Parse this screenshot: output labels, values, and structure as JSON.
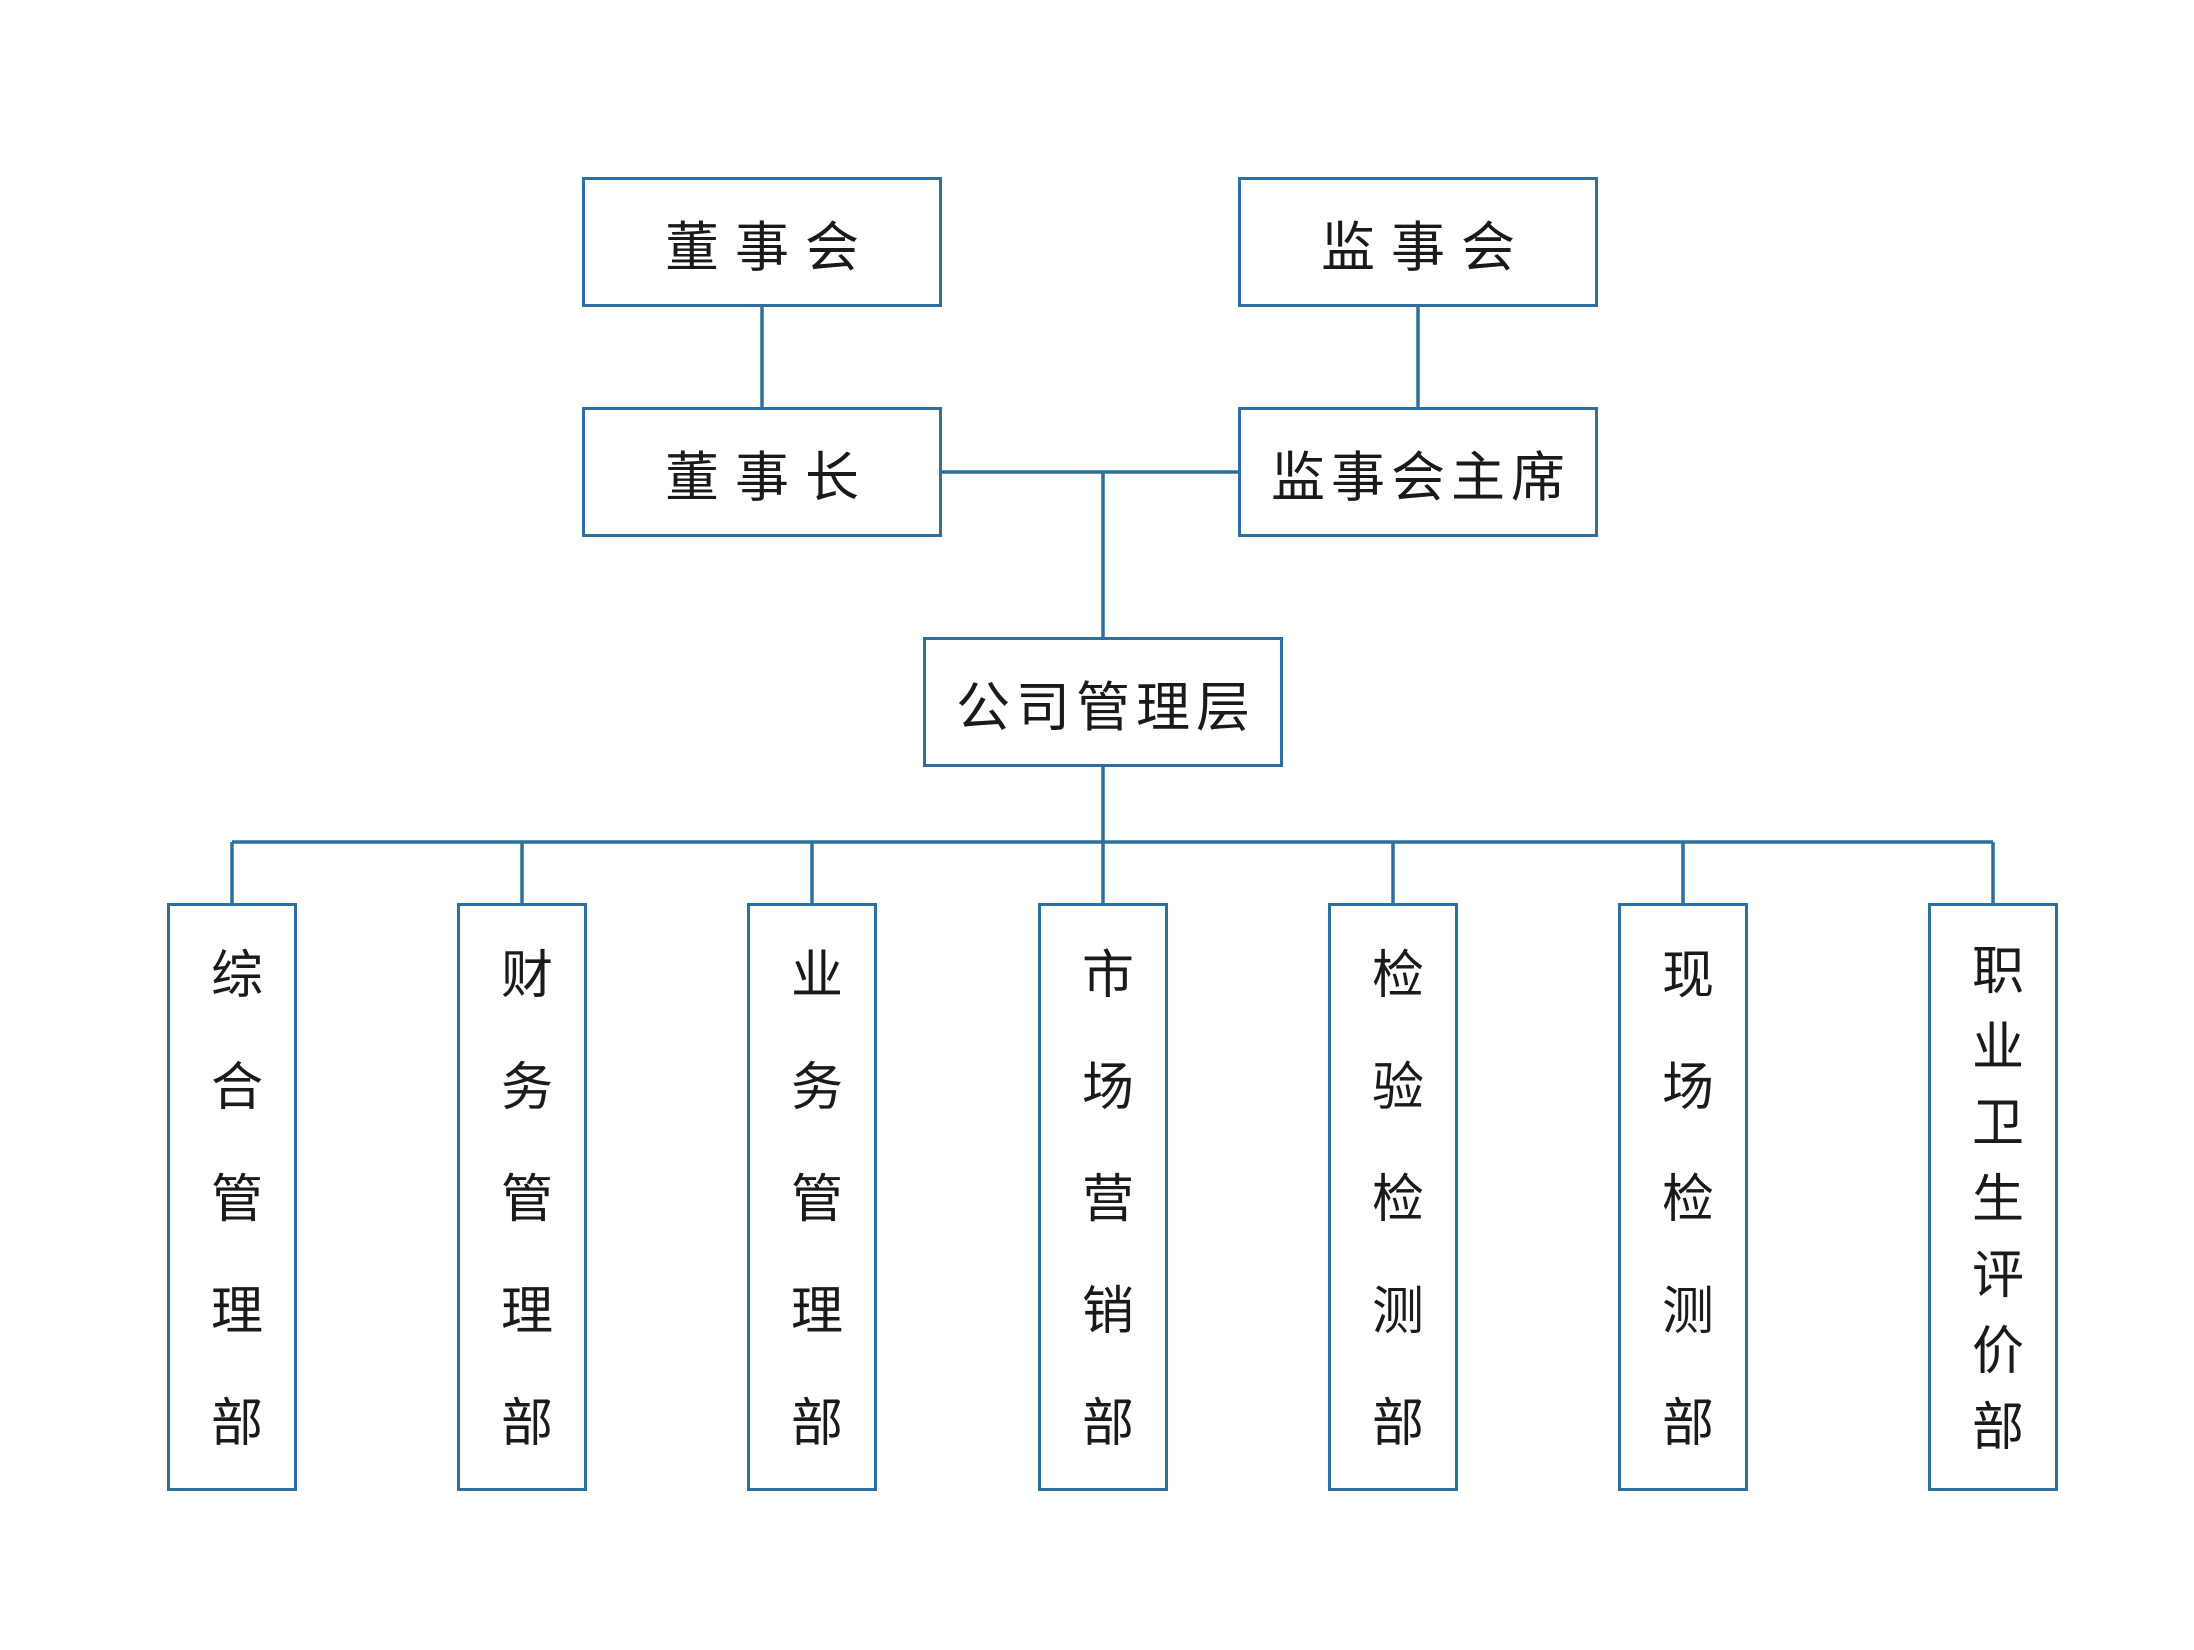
{
  "colors": {
    "border": "#2e6f9e",
    "line": "#2e6f9e",
    "text": "#1a1a1a"
  },
  "top": {
    "board": "董事会",
    "supervisory_board": "监事会",
    "chairman": "董事长",
    "supervisory_chair": "监事会主席",
    "management": "公司管理层"
  },
  "departments": [
    "综合管理部",
    "财务管理部",
    "业务管理部",
    "市场营销部",
    "检验检测部",
    "现场检测部",
    "职业卫生评价部"
  ]
}
